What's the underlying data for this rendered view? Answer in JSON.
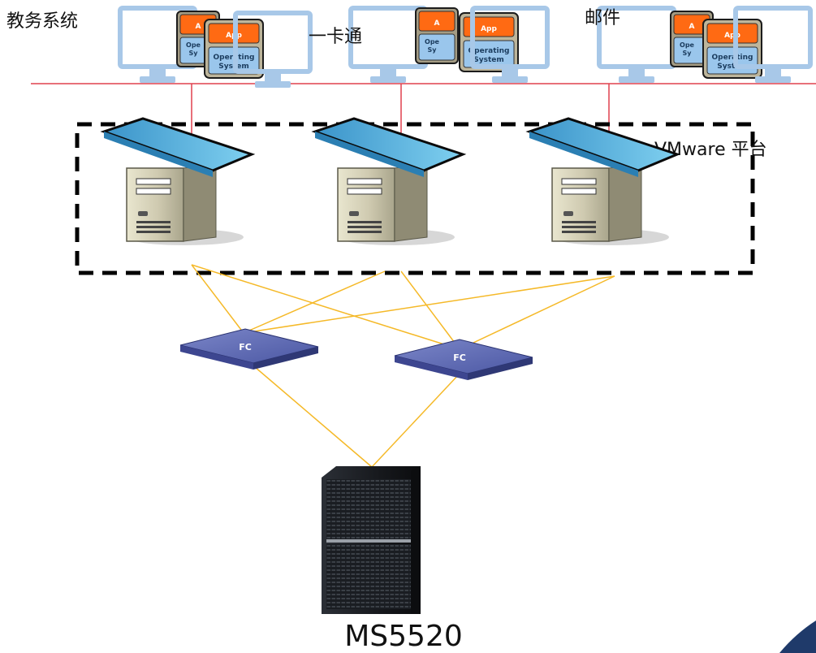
{
  "labels": {
    "system_1": "教务系统",
    "system_2": "一卡通",
    "system_3": "邮件",
    "platform": "VMware 平台",
    "storage": "MS5520"
  },
  "vm_card": {
    "app": "App",
    "os_line1": "Operating",
    "os_line2": "System",
    "back_app": "A",
    "back_os_line1": "Ope",
    "back_os_line2": "Sy"
  },
  "switch_label": "FC",
  "colors": {
    "network_line": "#e0414e",
    "fc_line": "#f5b928",
    "dashed_border": "#000000",
    "app_orange": "#ff6a13",
    "os_blue": "#9ac6ec",
    "monitor_frame": "#a8c8e8",
    "server_lid": "#5bb9e6"
  }
}
